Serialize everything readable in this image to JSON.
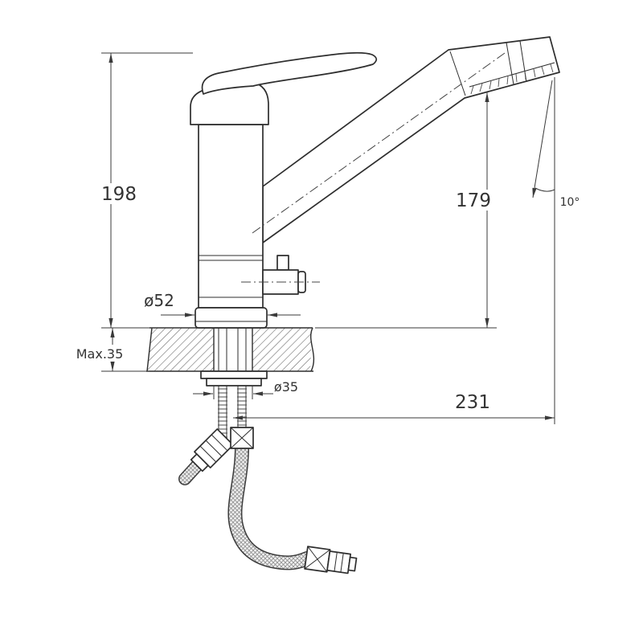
{
  "drawing": {
    "subject": "single-lever kitchen mixer tap, side elevation with installation dimensions",
    "labels": {
      "total_height": "198",
      "spout_height": "179",
      "spout_angle": "10°",
      "base_diameter": "ø52",
      "max_thickness": "Max.35",
      "hole_diameter": "ø35",
      "spout_reach": "231"
    }
  }
}
